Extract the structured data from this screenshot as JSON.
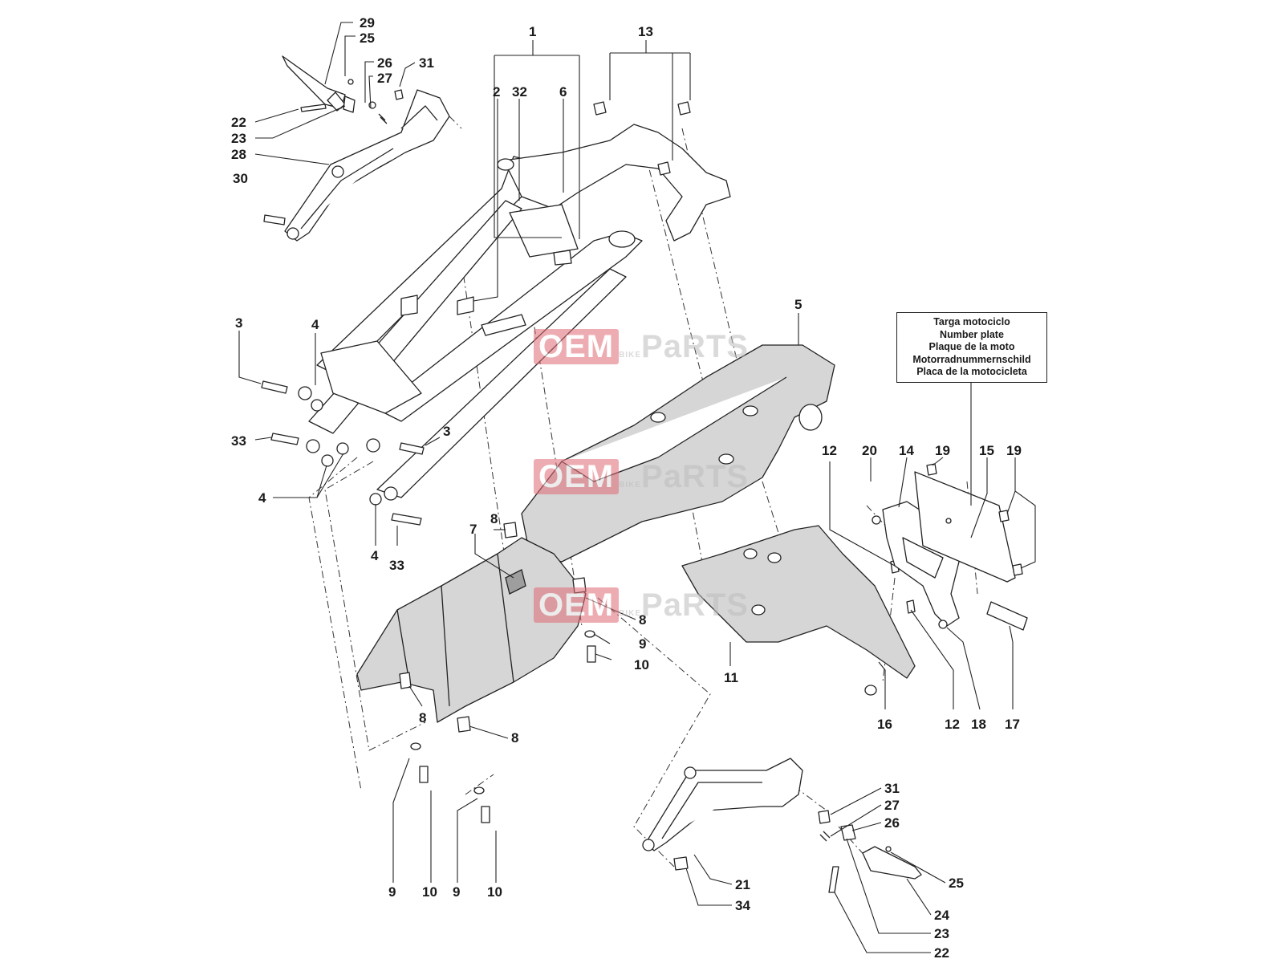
{
  "callouts": {
    "c29": "29",
    "c25a": "25",
    "c26a": "26",
    "c27a": "27",
    "c31a": "31",
    "c22a": "22",
    "c23a": "23",
    "c28": "28",
    "c30": "30",
    "c1": "1",
    "c2": "2",
    "c32": "32",
    "c6": "6",
    "c13": "13",
    "c3a": "3",
    "c4a": "4",
    "c33a": "33",
    "c3b": "3",
    "c4b": "4",
    "c4c": "4",
    "c33b": "33",
    "c5": "5",
    "c7": "7",
    "c8a": "8",
    "c8b": "8",
    "c9a": "9",
    "c10a": "10",
    "c8c": "8",
    "c8d": "8",
    "c9b": "9",
    "c10b": "10",
    "c9c": "9",
    "c10c": "10",
    "c11": "11",
    "c12a": "12",
    "c20": "20",
    "c14": "14",
    "c19a": "19",
    "c15": "15",
    "c19b": "19",
    "c16": "16",
    "c12b": "12",
    "c18": "18",
    "c17": "17",
    "c31b": "31",
    "c27b": "27",
    "c26b": "26",
    "c25b": "25",
    "c21": "21",
    "c34": "34",
    "c24": "24",
    "c23b": "23",
    "c22b": "22"
  },
  "plate_label": {
    "line1": "Targa motociclo",
    "line2": "Number plate",
    "line3": "Plaque de la moto",
    "line4": "Motorradnummernschild",
    "line5": "Placa de la motocicleta"
  },
  "watermark": {
    "oem": "OEM",
    "bike": "BIKE",
    "parts": "PaRTS"
  },
  "colors": {
    "watermark_red": "#e06a73",
    "part_grey": "#d6d6d6",
    "line": "#222222"
  }
}
